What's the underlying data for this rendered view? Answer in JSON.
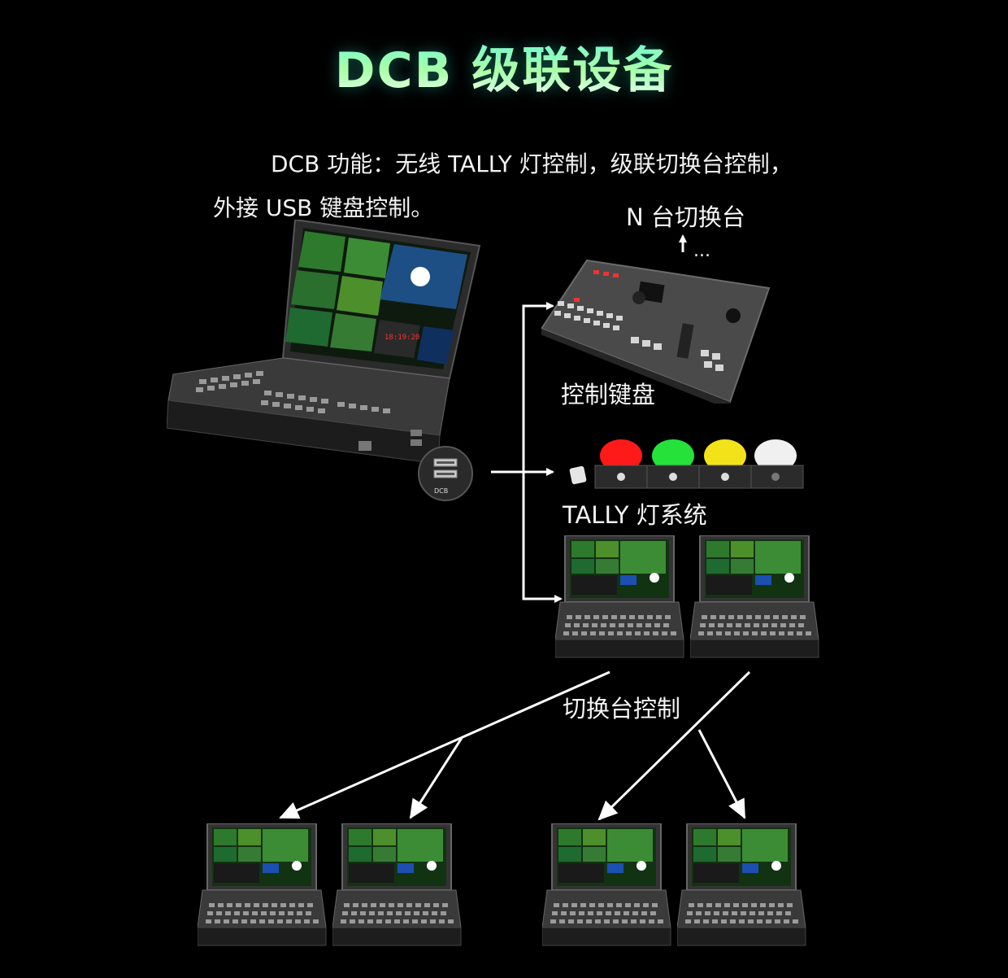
{
  "title": "DCB 级联设备",
  "description": {
    "line1": "DCB 功能：无线 TALLY 灯控制，级联切换台控制，",
    "line2": "外接 USB 键盘控制。"
  },
  "labels": {
    "n_switchers": "N 台切换台",
    "ellipsis": "...",
    "control_keyboard": "控制键盘",
    "tally_system": "TALLY 灯系统",
    "switcher_control": "切换台控制",
    "dcb_port": "DCB"
  },
  "colors": {
    "title_gradient_top": "#5ff5e6",
    "title_gradient_bottom": "#ffffff",
    "tally_red": "#ff1a1a",
    "tally_green": "#25e23a",
    "tally_yellow": "#f2e21a",
    "tally_white": "#f0f0f0",
    "line": "#ffffff"
  }
}
